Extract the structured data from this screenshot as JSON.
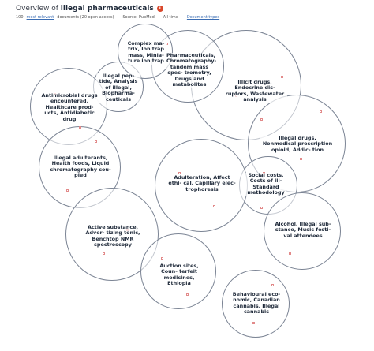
{
  "header": {
    "title_prefix": "Overview of ",
    "title_query": "illegal pharmaceuticals",
    "info_icon": "info-icon",
    "count_text": "100",
    "relevance_link": "most relevant",
    "documents_text": "documents (20 open access)",
    "source_text": "Source: PubMed",
    "timespan_text": "All time",
    "doctypes_link": "Document types"
  },
  "clusters": [
    {
      "id": "c1",
      "label": "Complex ma- trix, Ion trap mass, Minia- ture ion trap"
    },
    {
      "id": "c2",
      "label": "Pharmaceuticals, Chromatography- tandem mass spec- trometry, Drugs and metabolites"
    },
    {
      "id": "c3",
      "label": "Illegal pep- tide, Analysis of illegal, Biopharma- ceuticals"
    },
    {
      "id": "c4",
      "label": "Illicit drugs, Endocrine dis- ruptors, Wastewater analysis"
    },
    {
      "id": "c5",
      "label": "Antimicrobial drugs encountered, Healthcare prod- ucts, Antidiabetic drug"
    },
    {
      "id": "c6",
      "label": "Illegal drugs, Nonmedical prescription opioid, Addic- tion"
    },
    {
      "id": "c7",
      "label": "Illegal adulterants, Health foods, Liquid chromatography cou- pled"
    },
    {
      "id": "c8",
      "label": "Adulteration, Affect ethi- cal, Capillary elec- trophoresis"
    },
    {
      "id": "c9",
      "label": "Social costs, Costs of ill- Standard methodology"
    },
    {
      "id": "c10",
      "label": "Alcohol, Illegal sub- stance, Music festi- val attendees"
    },
    {
      "id": "c11",
      "label": "Active substance, Adver- tizing tonic, Benchtop NMR spectroscopy"
    },
    {
      "id": "c12",
      "label": "Auction sites, Coun- terfeit medicines, Ethiopia"
    },
    {
      "id": "c13",
      "label": "Behavioural eco- nomic, Canadian cannabis, Illegal cannabis"
    }
  ]
}
